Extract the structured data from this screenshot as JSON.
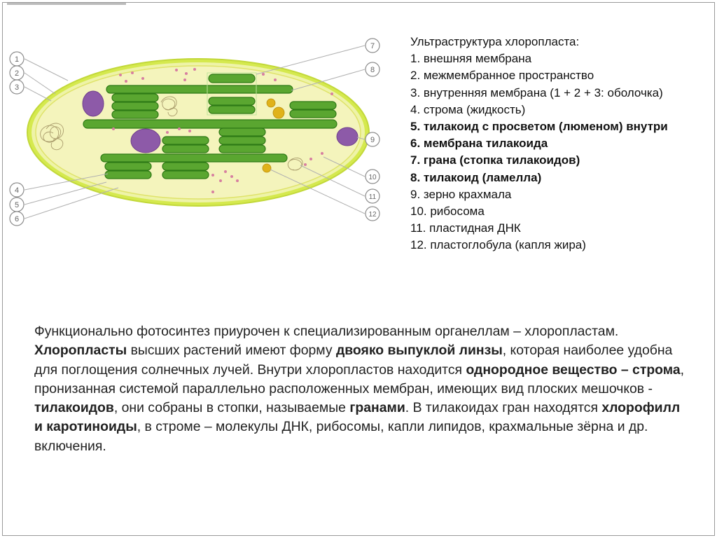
{
  "legend": {
    "title": "Ультраструктура хлоропласта:",
    "items": [
      {
        "text": "1. внешняя мембрана",
        "bold": false
      },
      {
        "text": "2. межмембранное пространство",
        "bold": false
      },
      {
        "text": "3. внутренняя мембрана (1 + 2 + 3: оболочка)",
        "bold": false
      },
      {
        "text": "4. строма (жидкость)",
        "bold": false
      },
      {
        "text": "5. тилакоид с просветом (люменом) внутри",
        "bold": true
      },
      {
        "text": "6. мембрана тилакоида",
        "bold": true
      },
      {
        "text": "7. грана (стопка тилакоидов)",
        "bold": true
      },
      {
        "text": "8. тилакоид (ламелла)",
        "bold": true
      },
      {
        "text": "9. зерно крахмала",
        "bold": false
      },
      {
        "text": "10. рибосома",
        "bold": false
      },
      {
        "text": "11. пластидная ДНК",
        "bold": false
      },
      {
        "text": "12. пластоглобула (капля жира)",
        "bold": false
      }
    ]
  },
  "diagram": {
    "labels": [
      "1",
      "2",
      "3",
      "4",
      "5",
      "6",
      "7",
      "8",
      "9",
      "10",
      "11",
      "12"
    ],
    "colors": {
      "thylakoid": "#5aa630",
      "starch": "#8d5aa8",
      "globule": "#e0b21a",
      "stroma": "#f4f4bc",
      "membrane": "#d5e94e",
      "ribosome": "#d77fa0",
      "dna": "#a99c6c"
    }
  },
  "paragraph": {
    "segments": [
      {
        "text": "Функционально фотосинтез приурочен к специализированным органеллам – хлоропластам. ",
        "bold": false
      },
      {
        "text": "Хлоропласты",
        "bold": true
      },
      {
        "text": " высших растений имеют форму ",
        "bold": false
      },
      {
        "text": "двояко выпуклой линзы",
        "bold": true
      },
      {
        "text": ", которая наиболее удобна для поглощения солнечных лучей. Внутри хлоропластов находится ",
        "bold": false
      },
      {
        "text": "однородное вещество – строма",
        "bold": true
      },
      {
        "text": ", пронизанная системой параллельно расположенных мембран, имеющих вид плоских мешочков - ",
        "bold": false
      },
      {
        "text": "тилакоидов",
        "bold": true
      },
      {
        "text": ", они собраны в стопки, называемые ",
        "bold": false
      },
      {
        "text": "гранами",
        "bold": true
      },
      {
        "text": ". В тилакоидах гран находятся ",
        "bold": false
      },
      {
        "text": "хлорофилл и каротиноиды",
        "bold": true
      },
      {
        "text": ", в строме – молекулы ДНК, рибосомы, капли липидов, крахмальные зёрна и др. включения.",
        "bold": false
      }
    ]
  }
}
